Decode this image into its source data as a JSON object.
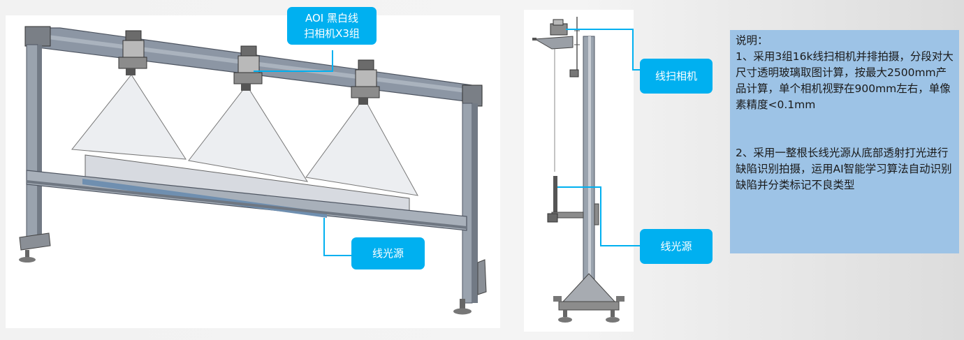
{
  "callouts": {
    "camera_group": "AOI 黑白线\n扫相机X3组",
    "light_front": "线光源",
    "camera_side": "线扫相机",
    "light_side": "线光源"
  },
  "note": {
    "title": "说明：",
    "item1": "1、采用3组16k线扫相机并排拍摄，分段对大尺寸透明玻璃取图计算，按最大2500mm产品计算，单个相机视野在900mm左右，单像素精度<0.1mm",
    "item2": "2、采用一整根长线光源从底部透射打光进行缺陷识别拍摄，运用AI智能学习算法自动识别缺陷并分类标记不良类型"
  },
  "colors": {
    "accent": "#00b0f0",
    "note_bg": "#9dc3e6"
  }
}
